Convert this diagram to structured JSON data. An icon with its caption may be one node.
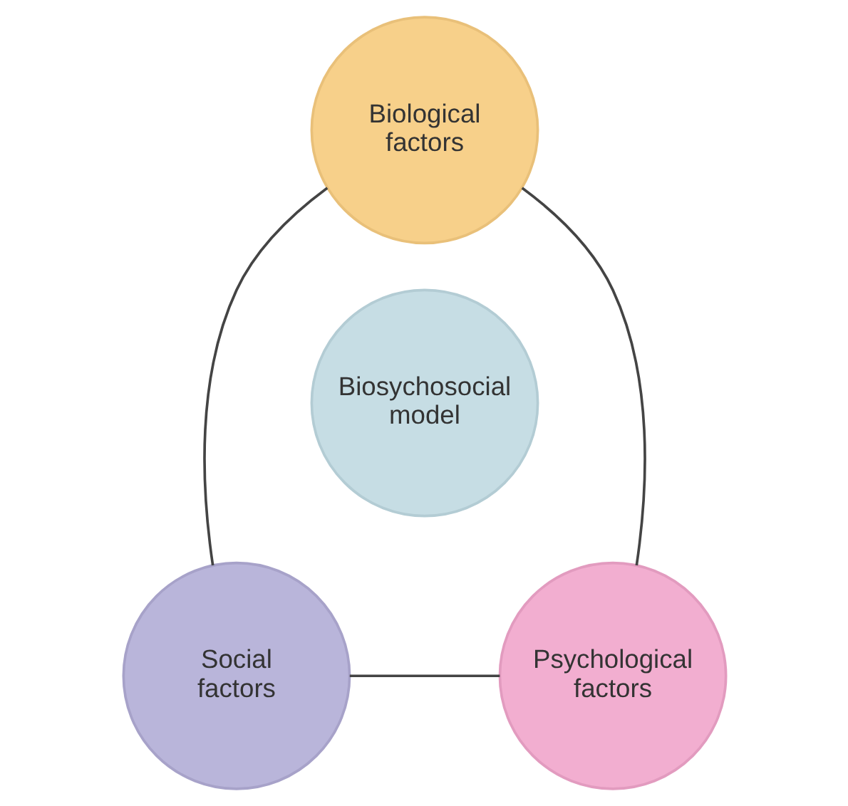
{
  "diagram": {
    "nodes": [
      {
        "text": [
          "Biological factors"
        ]
      },
      {
        "text": [
          "Biosychosocial model"
        ]
      },
      {
        "text": [
          "Social factors"
        ]
      },
      {
        "text": [
          "Psychological factors"
        ]
      }
    ],
    "edges": [
      {
        "from": 0,
        "to": 2,
        "arrow": "none"
      },
      {
        "from": 2,
        "to": 3,
        "arrow": "none"
      },
      {
        "from": 0,
        "to": 3,
        "arrow": "none"
      }
    ]
  }
}
